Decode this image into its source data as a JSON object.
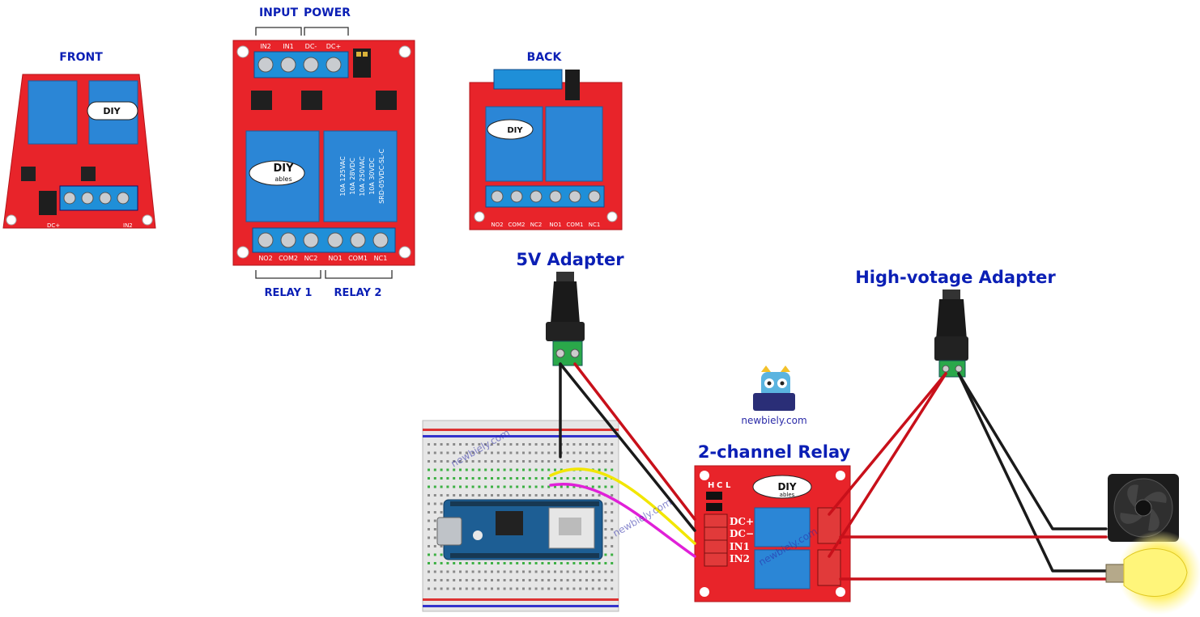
{
  "relay_views": {
    "front_label": "FRONT",
    "back_label": "BACK",
    "input_label": "INPUT",
    "power_label": "POWER",
    "relay1_label": "RELAY 1",
    "relay2_label": "RELAY 2"
  },
  "board_logo": {
    "line1": "DIY",
    "line2": "ables"
  },
  "top_terminals": [
    "IN2",
    "IN1",
    "DC-",
    "DC+"
  ],
  "bottom_terminals": [
    "NO2",
    "COM2",
    "NC2",
    "NO1",
    "COM1",
    "NC1"
  ],
  "relay_spec": [
    "10A 250VAC",
    "10A 125VAC",
    "10A 30VDC",
    "10A 28VDC",
    "SRD-05VDC-SL-C"
  ],
  "wiring": {
    "adapter_5v_label": "5V Adapter",
    "adapter_hv_label": "High-votage Adapter",
    "relay_title": "2-channel Relay",
    "relay_pins": [
      "DC+",
      "DC−",
      "IN1",
      "IN2"
    ],
    "jumper_labels": [
      "H",
      "C",
      "L"
    ],
    "watermark": "newbiely.com"
  },
  "colors": {
    "label_blue": "#0b1fb5",
    "board_red": "#e8242a",
    "relay_blue": "#2b86d6",
    "wire_red": "#c8101a",
    "wire_black": "#1a1a1a",
    "wire_yellow": "#f2e600",
    "wire_magenta": "#e020d8",
    "arduino_blue": "#1d5e94"
  },
  "icons": [
    "fan-icon",
    "light-bulb-icon",
    "owl-logo-icon",
    "dc-jack-icon"
  ]
}
